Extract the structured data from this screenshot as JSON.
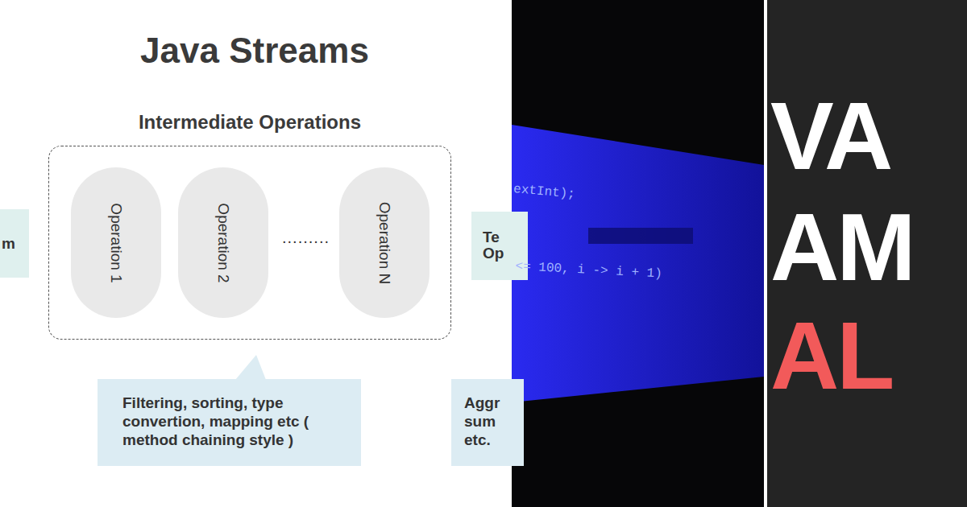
{
  "diagram": {
    "title": "Java Streams",
    "nodes": [
      {
        "text": [
          "m"
        ]
      },
      {
        "text": [
          "Intermediate Operations"
        ]
      },
      {
        "text": [
          "Operation 1"
        ],
        "in": 1
      },
      {
        "text": [
          "Operation 2"
        ],
        "in": 1
      },
      {
        "text": [
          "Operation N"
        ],
        "in": 1
      },
      {
        "text": [
          "Te Op"
        ]
      },
      {
        "text": [
          "Filtering, sorting, type convertion, mapping etc ( method chaining style )"
        ]
      },
      {
        "text": [
          "Aggr sum etc."
        ]
      }
    ],
    "labels": [
      ".........",
      "extInt);",
      "<= 100, i -> i + 1)",
      "VA",
      "AM",
      "AL"
    ]
  }
}
